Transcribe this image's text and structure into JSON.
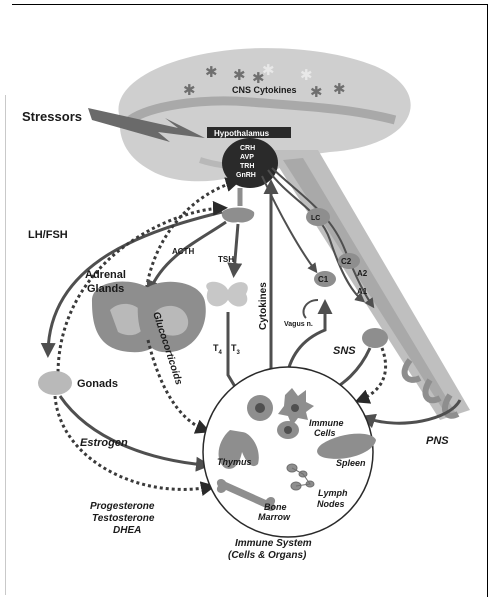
{
  "diagram": {
    "stressors": "Stressors",
    "cns_cytokines": "CNS Cytokines",
    "hypothalamus": {
      "title": "Hypothalamus",
      "hormones": [
        "CRH",
        "AVP",
        "TRH",
        "GnRH"
      ]
    },
    "lh_fsh": "LH/FSH",
    "acth": "ACTH",
    "tsh": "TSH",
    "adrenal_glands": [
      "Adrenal",
      "Glands"
    ],
    "glucocorticoids": "Glucocorticoids",
    "t4": "T",
    "t4_sub": "4",
    "t3": "T",
    "t3_sub": "3",
    "cytokines": "Cytokines",
    "lc": "LC",
    "c2": "C2",
    "a2": "A2",
    "c1": "C1",
    "a1": "A1",
    "vagus": "Vagus n.",
    "sns": "SNS",
    "pns": "PNS",
    "gonads": "Gonads",
    "estrogen": "Estrogen",
    "sex_steroids": [
      "Progesterone",
      "Testosterone",
      "DHEA"
    ],
    "immune_cells": [
      "Immune",
      "Cells"
    ],
    "thymus": "Thymus",
    "spleen": "Spleen",
    "lymph_nodes": [
      "Lymph",
      "Nodes"
    ],
    "bone_marrow": [
      "Bone",
      "Marrow"
    ],
    "immune_system": [
      "Immune System",
      "(Cells & Organs)"
    ]
  },
  "colors": {
    "brain": "#cfcfcf",
    "brain_dark": "#a9a9a9",
    "organ": "#8e8e8e",
    "gland_light": "#c7c7c7",
    "arrow": "#4f4f4f",
    "ink": "#1a1a1a"
  }
}
